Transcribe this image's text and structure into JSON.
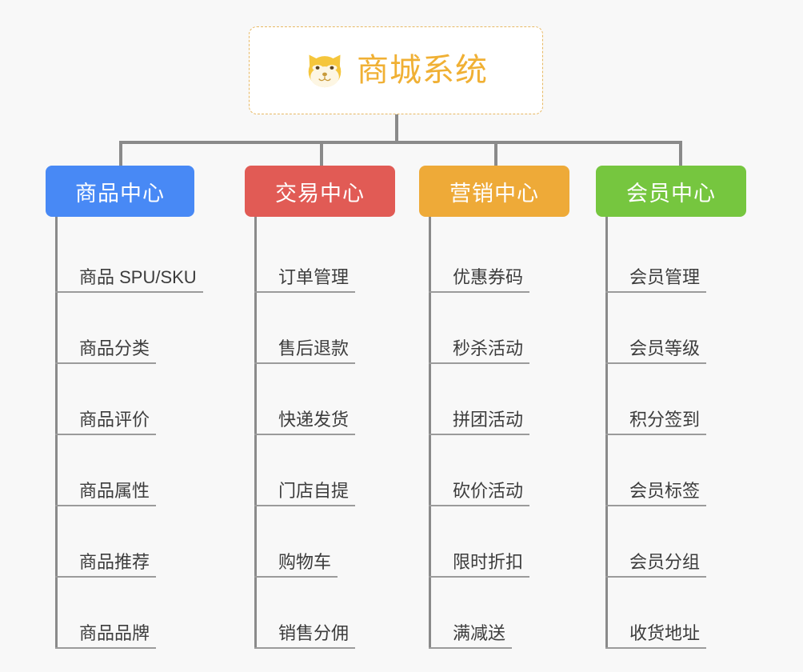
{
  "diagram": {
    "type": "mindmap",
    "background_color": "#f8f8f8",
    "root": {
      "title": "商城系统",
      "icon": "shiba-dog-face-emoji",
      "text_color": "#f0b034",
      "border_color": "#e8b964",
      "background_color": "#ffffff"
    },
    "connector_color": "#8a8a8a",
    "leaf_text_color": "#3c3c3c",
    "leaf_rule_color": "#9b9b9b",
    "branches": [
      {
        "label": "商品中心",
        "color": "#4889f5",
        "items": [
          "商品 SPU/SKU",
          "商品分类",
          "商品评价",
          "商品属性",
          "商品推荐",
          "商品品牌"
        ]
      },
      {
        "label": "交易中心",
        "color": "#e15b55",
        "items": [
          "订单管理",
          "售后退款",
          "快递发货",
          "门店自提",
          "购物车",
          "销售分佣"
        ]
      },
      {
        "label": "营销中心",
        "color": "#eeaa38",
        "items": [
          "优惠券码",
          "秒杀活动",
          "拼团活动",
          "砍价活动",
          "限时折扣",
          "满减送"
        ]
      },
      {
        "label": "会员中心",
        "color": "#76c63f",
        "items": [
          "会员管理",
          "会员等级",
          "积分签到",
          "会员标签",
          "会员分组",
          "收货地址"
        ]
      }
    ]
  }
}
